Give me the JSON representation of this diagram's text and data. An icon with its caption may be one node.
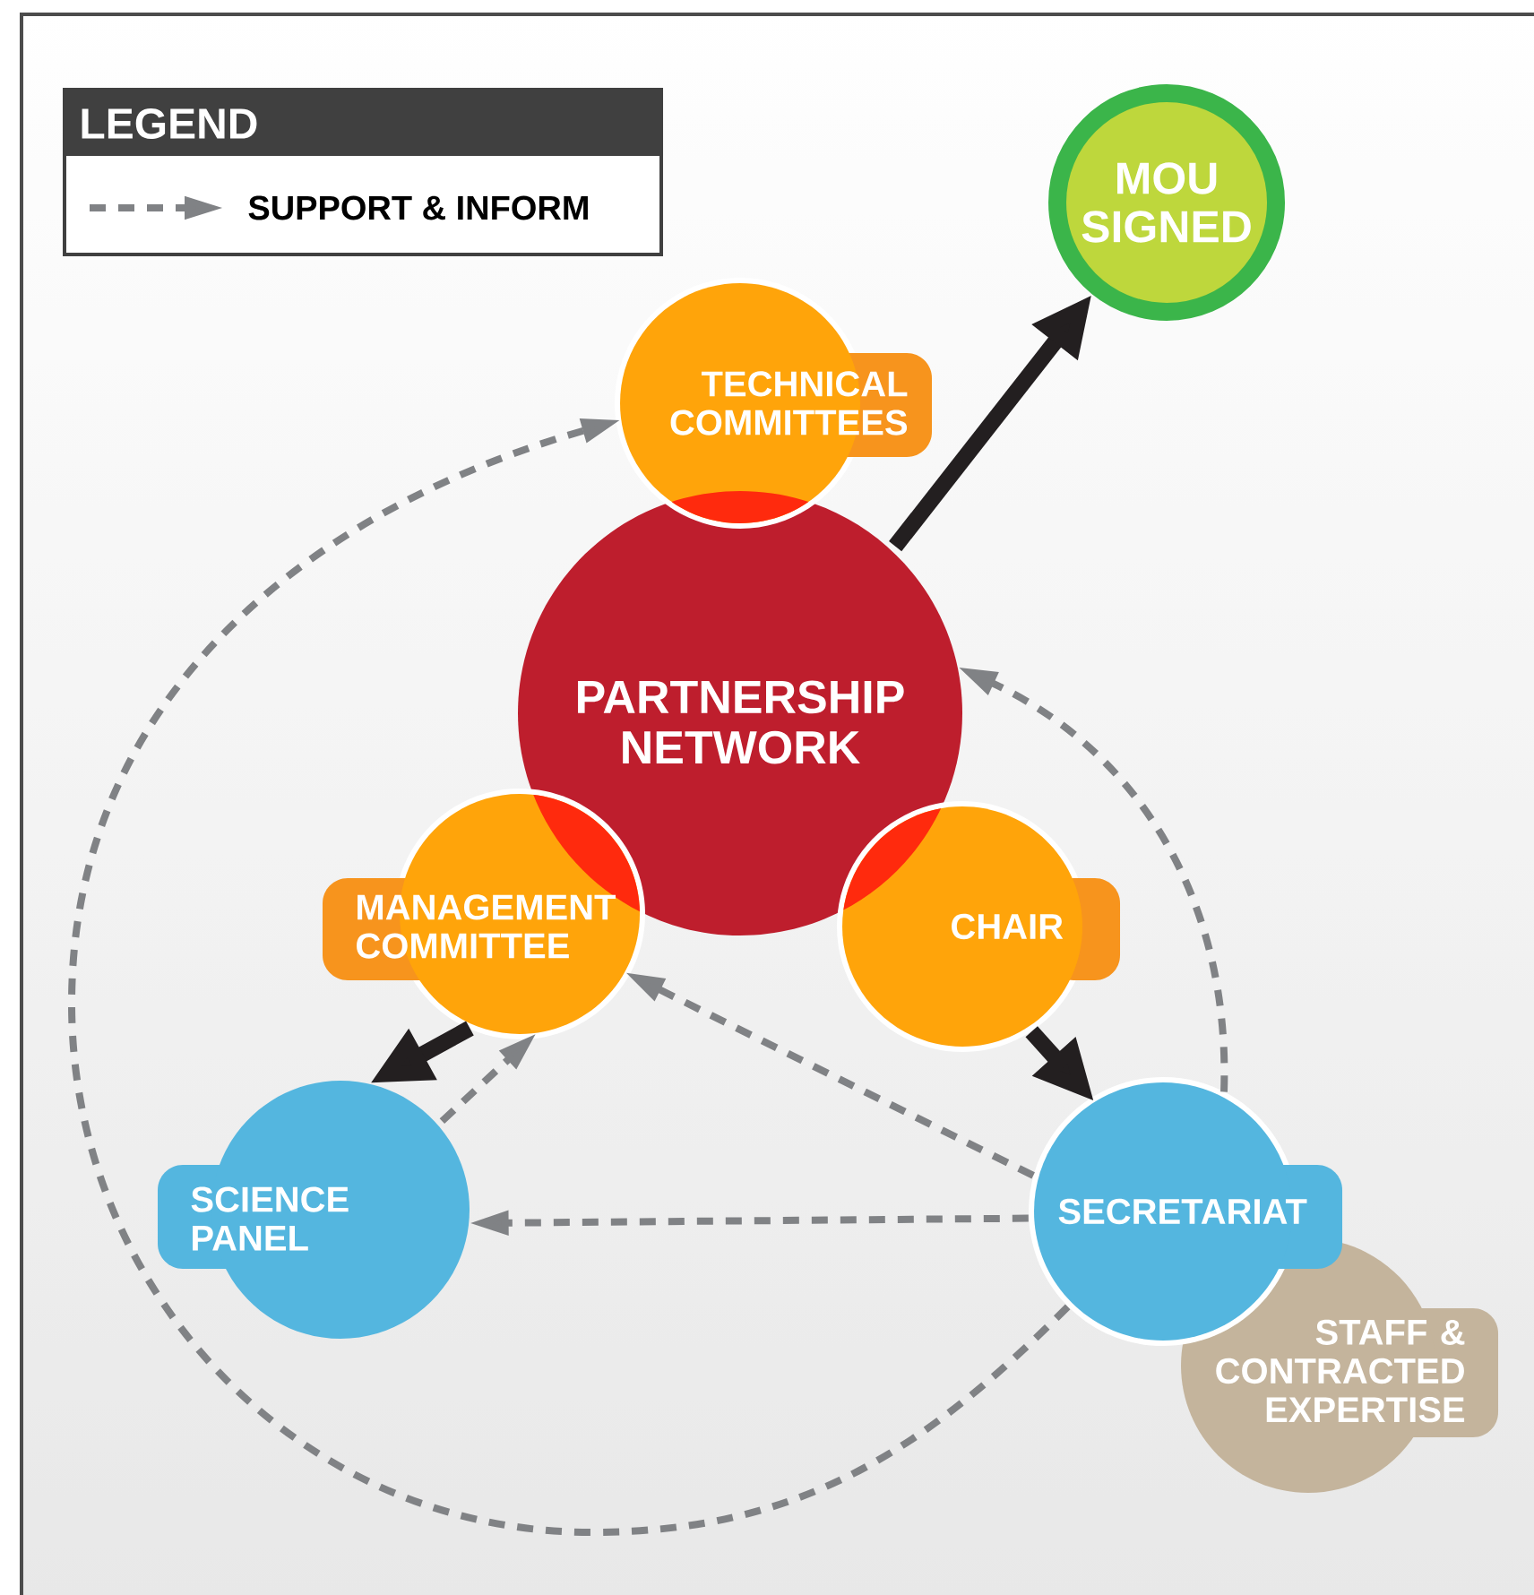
{
  "diagram": {
    "nodes": [
      {
        "text": [
          "MOU SIGNED"
        ]
      },
      {
        "text": [
          "TECHNICAL COMMITTEES"
        ]
      },
      {
        "text": [
          "PARTNERSHIP NETWORK"
        ]
      },
      {
        "text": [
          "MANAGEMENT COMMITTEE"
        ]
      },
      {
        "text": [
          "CHAIR"
        ]
      },
      {
        "text": [
          "SCIENCE PANEL"
        ]
      },
      {
        "text": [
          "SECRETARIAT"
        ]
      },
      {
        "text": [
          "STAFF & CONTRACTED EXPERTISE"
        ]
      }
    ],
    "edges": [
      {
        "from": 2,
        "to": 0,
        "arrow": "to",
        "style": "thick",
        "color": "#231f20"
      },
      {
        "from": 3,
        "to": 5,
        "arrow": "to",
        "style": "thick",
        "color": "#231f20"
      },
      {
        "from": 4,
        "to": 6,
        "arrow": "to",
        "style": "thick",
        "color": "#231f20"
      },
      {
        "from": 5,
        "to": 3,
        "arrow": "to",
        "style": "dashed"
      },
      {
        "from": 6,
        "to": 3,
        "arrow": "to",
        "style": "dashed"
      },
      {
        "from": 6,
        "to": 5,
        "arrow": "to",
        "style": "dashed"
      },
      {
        "from": 6,
        "to": 2,
        "arrow": "to",
        "style": "dashed"
      },
      {
        "from": 6,
        "to": 1,
        "arrow": "to",
        "style": "dashed"
      }
    ],
    "labels": [
      "LEGEND"
    ],
    "legend": [
      {
        "text": "SUPPORT & INFORM"
      }
    ]
  }
}
